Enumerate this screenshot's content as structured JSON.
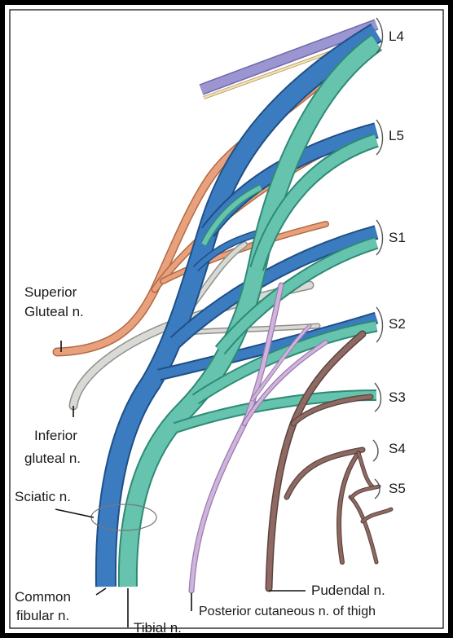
{
  "roots": {
    "l4": "L4",
    "l5": "L5",
    "s1": "S1",
    "s2": "S2",
    "s3": "S3",
    "s4": "S4",
    "s5": "S5"
  },
  "labels": {
    "superior_gluteal_1": "Superior",
    "superior_gluteal_2": "Gluteal n.",
    "inferior_gluteal_1": "Inferior",
    "inferior_gluteal_2": "gluteal n.",
    "sciatic": "Sciatic n.",
    "common_fibular_1": "Common",
    "common_fibular_2": "fibular n.",
    "tibial": "Tibial n.",
    "posterior_cutaneous": "Posterior cutaneous n. of thigh",
    "pudendal": "Pudendal n."
  },
  "colors": {
    "frame": "#000000",
    "common_fibular": "#3b7cc0",
    "tibial": "#66c3ad",
    "superior_gluteal": "#e9a07c",
    "inferior_gluteal": "#cfd0cb",
    "posterior_cutaneous": "#cfb4dc",
    "pudendal": "#8e6a63",
    "lumbosacral_trunk_top": "#9b96d2"
  }
}
